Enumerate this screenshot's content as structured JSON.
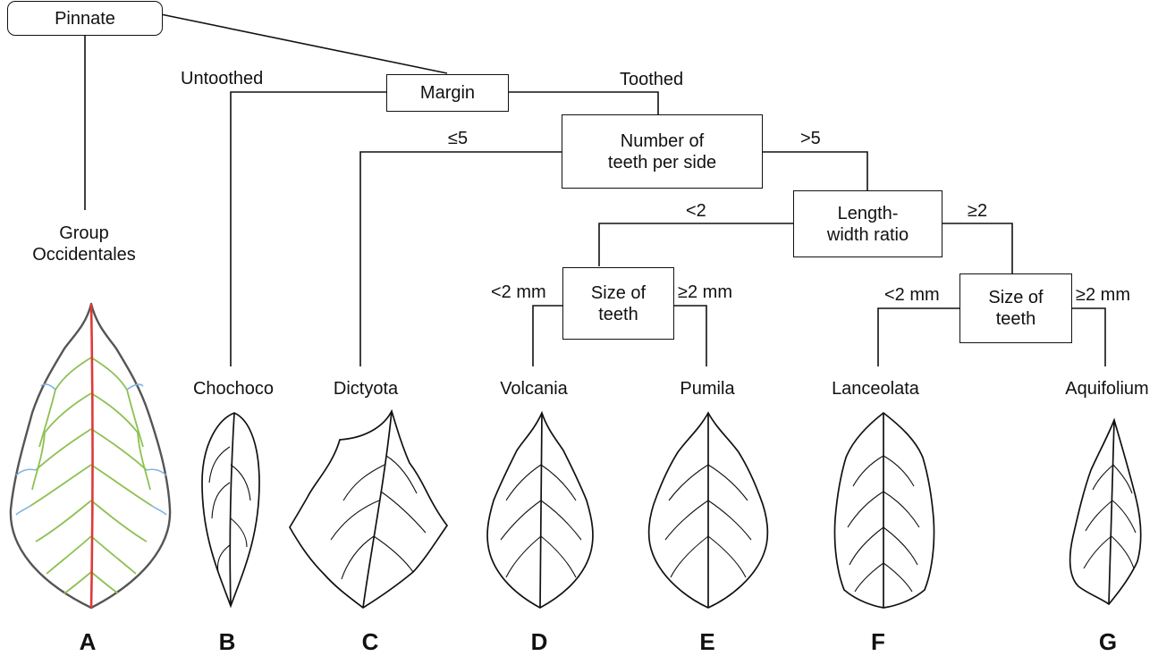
{
  "nodes": {
    "pinnate": "Pinnate",
    "margin": "Margin",
    "teeth_number": "Number of\nteeth per side",
    "lw_ratio": "Length-\nwidth ratio",
    "size_left": "Size of\nteeth",
    "size_right": "Size of\nteeth"
  },
  "edges": {
    "untoothed": "Untoothed",
    "toothed": "Toothed",
    "le5": "≤5",
    "gt5": ">5",
    "lt2": "<2",
    "ge2": "≥2",
    "lt2mm_left": "<2 mm",
    "ge2mm_left": "≥2 mm",
    "lt2mm_right": "<2 mm",
    "ge2mm_right": "≥2 mm"
  },
  "group_label": "Group\nOccidentales",
  "leaves": [
    {
      "name": "",
      "letter": "A"
    },
    {
      "name": "Chochoco",
      "letter": "B"
    },
    {
      "name": "Dictyota",
      "letter": "C"
    },
    {
      "name": "Volcania",
      "letter": "D"
    },
    {
      "name": "Pumila",
      "letter": "E"
    },
    {
      "name": "Lanceolata",
      "letter": "F"
    },
    {
      "name": "Aquifolium",
      "letter": "G"
    }
  ],
  "colors": {
    "line": "#111111",
    "midrib": "#e0393a",
    "secondary_vein": "#8cc152",
    "tertiary_vein": "#7fb2e0"
  }
}
